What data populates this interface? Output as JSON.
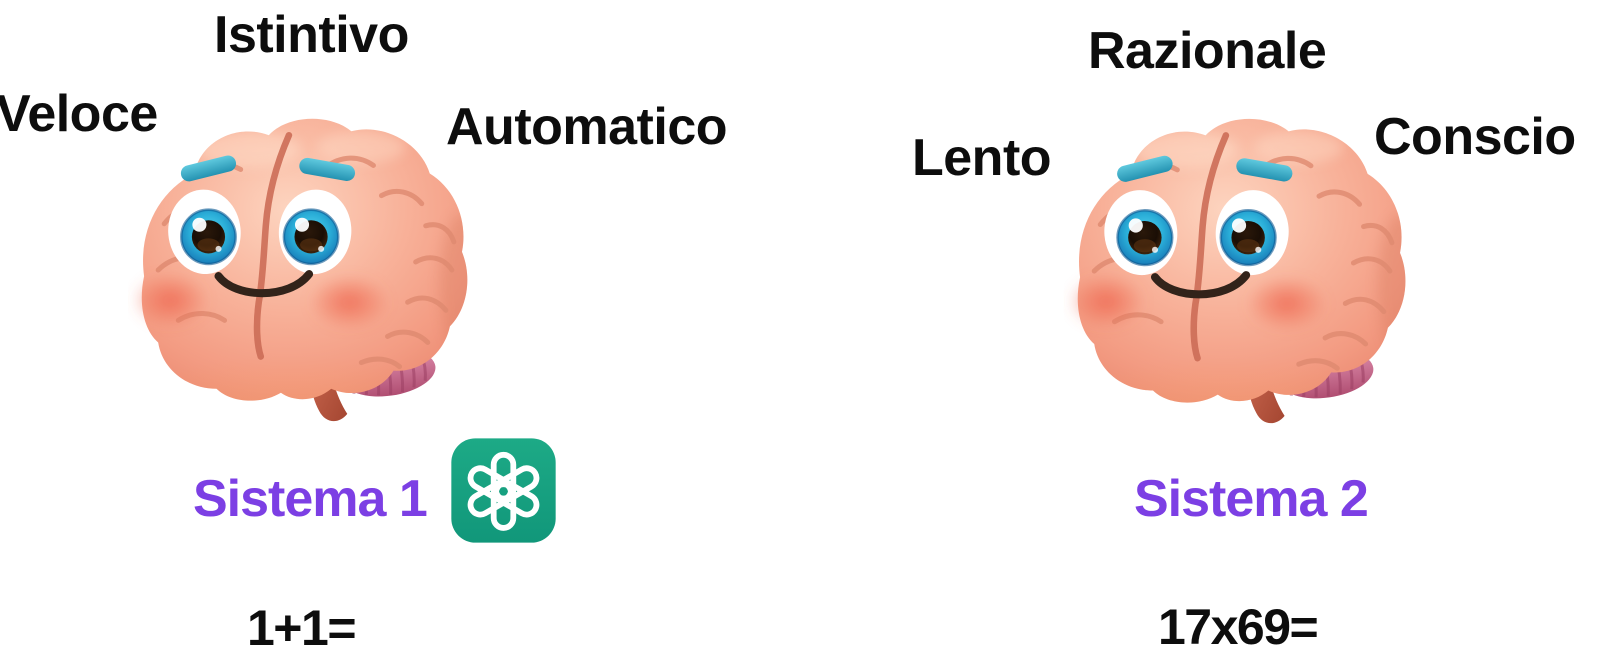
{
  "scene": {
    "description": "Slide comparing System 1 and System 2 thinking with cartoon brain characters",
    "background": "#ffffff"
  },
  "colors": {
    "label_text": "#0d0d0d",
    "system_text": "#7c3fe4",
    "openai_green": "#16a181"
  },
  "system1": {
    "top_label": "Istintivo",
    "left_label": "Veloce",
    "right_label": "Automatico",
    "name": "Sistema 1",
    "math_example": "1+1=",
    "brain_icon": "cartoon-brain-character",
    "logo_icon": "openai-chatgpt-logo"
  },
  "system2": {
    "top_label": "Razionale",
    "left_label": "Lento",
    "right_label": "Conscio",
    "name": "Sistema 2",
    "math_example": "17x69=",
    "brain_icon": "cartoon-brain-character"
  }
}
